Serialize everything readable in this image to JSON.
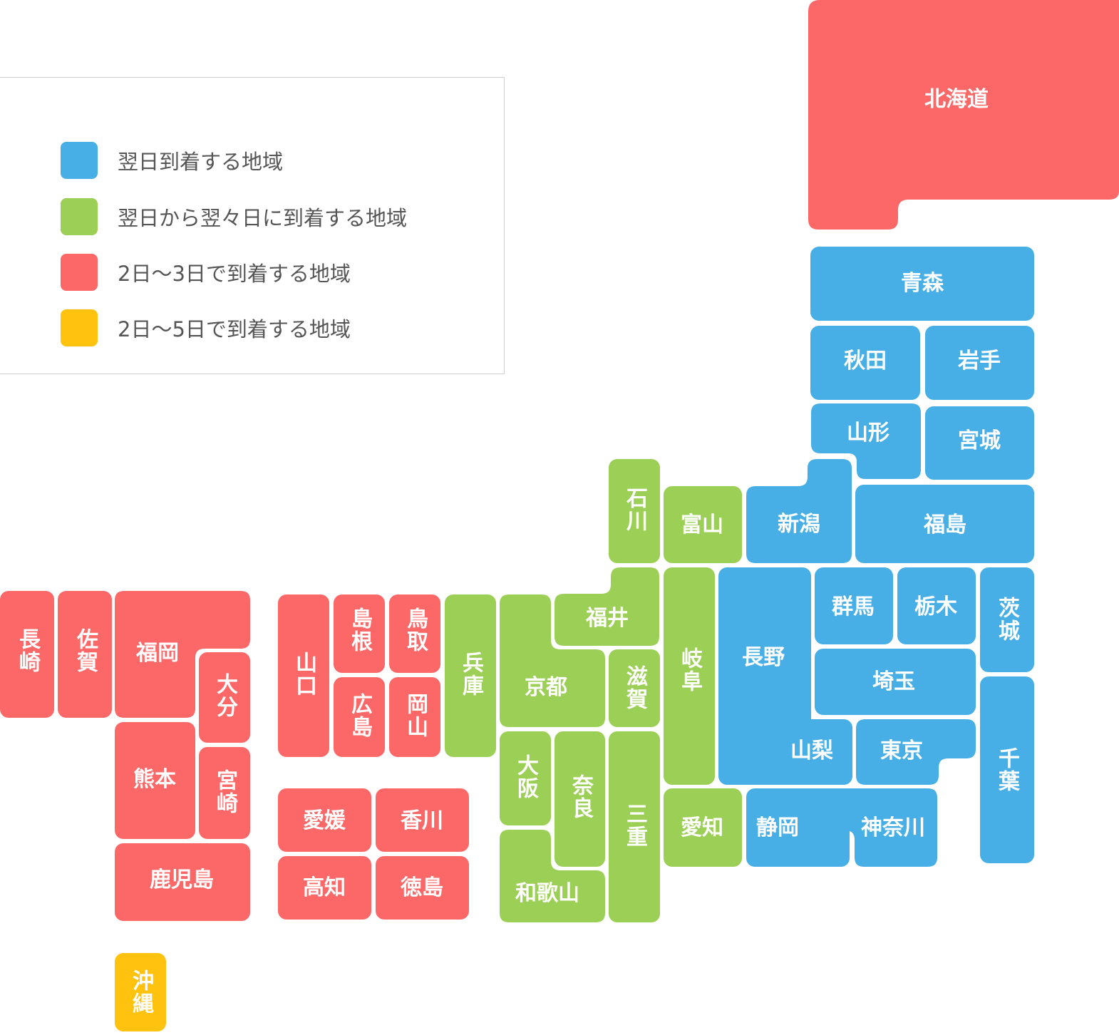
{
  "colors": {
    "next_day": "#47afe6",
    "next_to_2days": "#9ccf55",
    "days_2_3": "#fc6868",
    "days_2_5": "#ffc20e"
  },
  "legend": {
    "items": [
      {
        "label": "翌日到着する地域",
        "color": "#47afe6"
      },
      {
        "label": "翌日から翌々日に到着する地域",
        "color": "#9ccf55"
      },
      {
        "label": "2日～3日で到着する地域",
        "color": "#fc6868"
      },
      {
        "label": "2日～5日で到着する地域",
        "color": "#ffc20e"
      }
    ]
  },
  "prefectures": {
    "hokkaido": "北海道",
    "aomori": "青森",
    "akita": "秋田",
    "iwate": "岩手",
    "yamagata": "山形",
    "miyagi": "宮城",
    "niigata": "新潟",
    "fukushima": "福島",
    "ishikawa": "石川",
    "toyama": "富山",
    "fukui": "福井",
    "gifu": "岐阜",
    "nagano": "長野",
    "gunma": "群馬",
    "tochigi": "栃木",
    "ibaraki": "茨城",
    "saitama": "埼玉",
    "chiba": "千葉",
    "yamanashi": "山梨",
    "tokyo": "東京",
    "shizuoka": "静岡",
    "kanagawa": "神奈川",
    "aichi": "愛知",
    "shiga": "滋賀",
    "mie": "三重",
    "kyoto": "京都",
    "hyogo": "兵庫",
    "osaka": "大阪",
    "nara": "奈良",
    "wakayama": "和歌山",
    "tottori": "鳥取",
    "shimane": "島根",
    "okayama": "岡山",
    "hiroshima": "広島",
    "yamaguchi": "山口",
    "ehime": "愛媛",
    "kagawa": "香川",
    "kochi": "高知",
    "tokushima": "徳島",
    "nagasaki": "長崎",
    "saga": "佐賀",
    "fukuoka": "福岡",
    "oita": "大分",
    "kumamoto": "熊本",
    "miyazaki": "宮崎",
    "kagoshima": "鹿児島",
    "okinawa": "沖縄"
  }
}
